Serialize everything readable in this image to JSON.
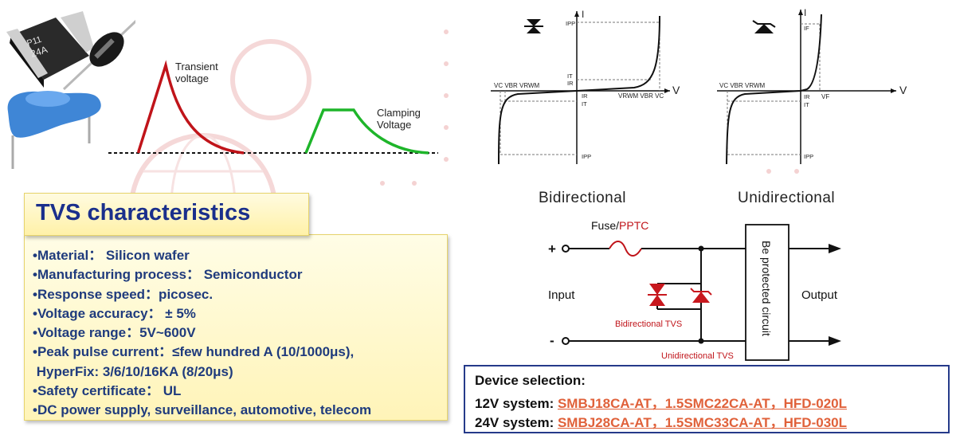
{
  "waveform": {
    "transient_label_line1": "Transient",
    "transient_label_line2": "voltage",
    "clamping_label_line1": "Clamping",
    "clamping_label_line2": "Voltage"
  },
  "product": {
    "marking_line1": "P11",
    "marking_line2": "24A"
  },
  "characteristics": {
    "title": "TVS characteristics",
    "items": [
      "•Material： Silicon wafer",
      "•Manufacturing process： Semiconductor",
      "•Response speed：picosec.",
      "•Voltage accuracy： ± 5%",
      "•Voltage range：5V~600V",
      "•Peak pulse current：≤few hundred A (10/1000μs),",
      " HyperFix: 3/6/10/16KA (8/20μs)",
      "•Safety certificate： UL",
      "•DC power supply, surveillance, automotive, telecom"
    ]
  },
  "iv_bidirectional": {
    "caption": "Bidirectional",
    "axis_i": "I",
    "axis_v": "V",
    "ipp_top": "IPP",
    "it_top": "IT",
    "ir_top": "IR",
    "ir_bottom": "IR",
    "it_bottom": "IT",
    "ipp_bottom": "IPP",
    "left_voltages": "VC VBR VRWM",
    "right_voltages": "VRWM VBR VC"
  },
  "iv_unidirectional": {
    "caption": "Unidirectional",
    "axis_i": "I",
    "axis_v": "V",
    "if_label": "IF",
    "ir_label": "IR",
    "it_label": "IT",
    "ipp_label": "IPP",
    "vf_label": "VF",
    "left_voltages": "VC VBR VRWM"
  },
  "circuit": {
    "fuse_label": "Fuse/",
    "pptc_label": "PPTC",
    "plus": "+",
    "minus": "-",
    "input": "Input",
    "output": "Output",
    "bidirectional_tvs": "Bidirectional TVS",
    "unidirectional_tvs": "Unidirectional TVS",
    "protected": "Be protected circuit"
  },
  "device_selection": {
    "title": "Device selection:",
    "row12_label": "12V system: ",
    "row12_parts": "SMBJ18CA-AT，1.5SMC22CA-AT，HFD-020L",
    "row24_label": "24V system: ",
    "row24_parts": "SMBJ28CA-AT，1.5SMC33CA-AT，HFD-030L"
  },
  "colors": {
    "title_blue": "#1a2f8c",
    "list_blue": "#1f3b7d",
    "transient_red": "#c0141a",
    "clamping_green": "#1eb52a",
    "tvs_red": "#c8181e",
    "part_orange": "#e0613a",
    "box_border": "#253a8a"
  }
}
